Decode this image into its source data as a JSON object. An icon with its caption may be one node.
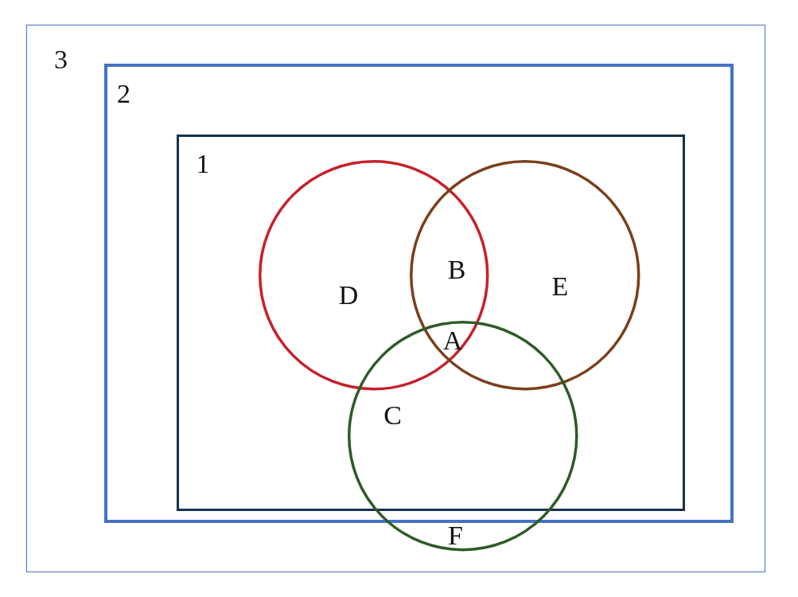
{
  "diagram": {
    "nodes": [
      {
        "text": [
          "3"
        ]
      },
      {
        "text": [
          "2"
        ],
        "in": 0
      },
      {
        "text": [
          "1"
        ],
        "in": 1
      },
      {
        "text": [
          "D"
        ],
        "in": 2
      },
      {
        "text": [
          "E"
        ],
        "in": 2
      },
      {
        "text": [
          "C",
          "F"
        ],
        "in": 0
      }
    ],
    "labels": [
      "B",
      "A"
    ]
  }
}
